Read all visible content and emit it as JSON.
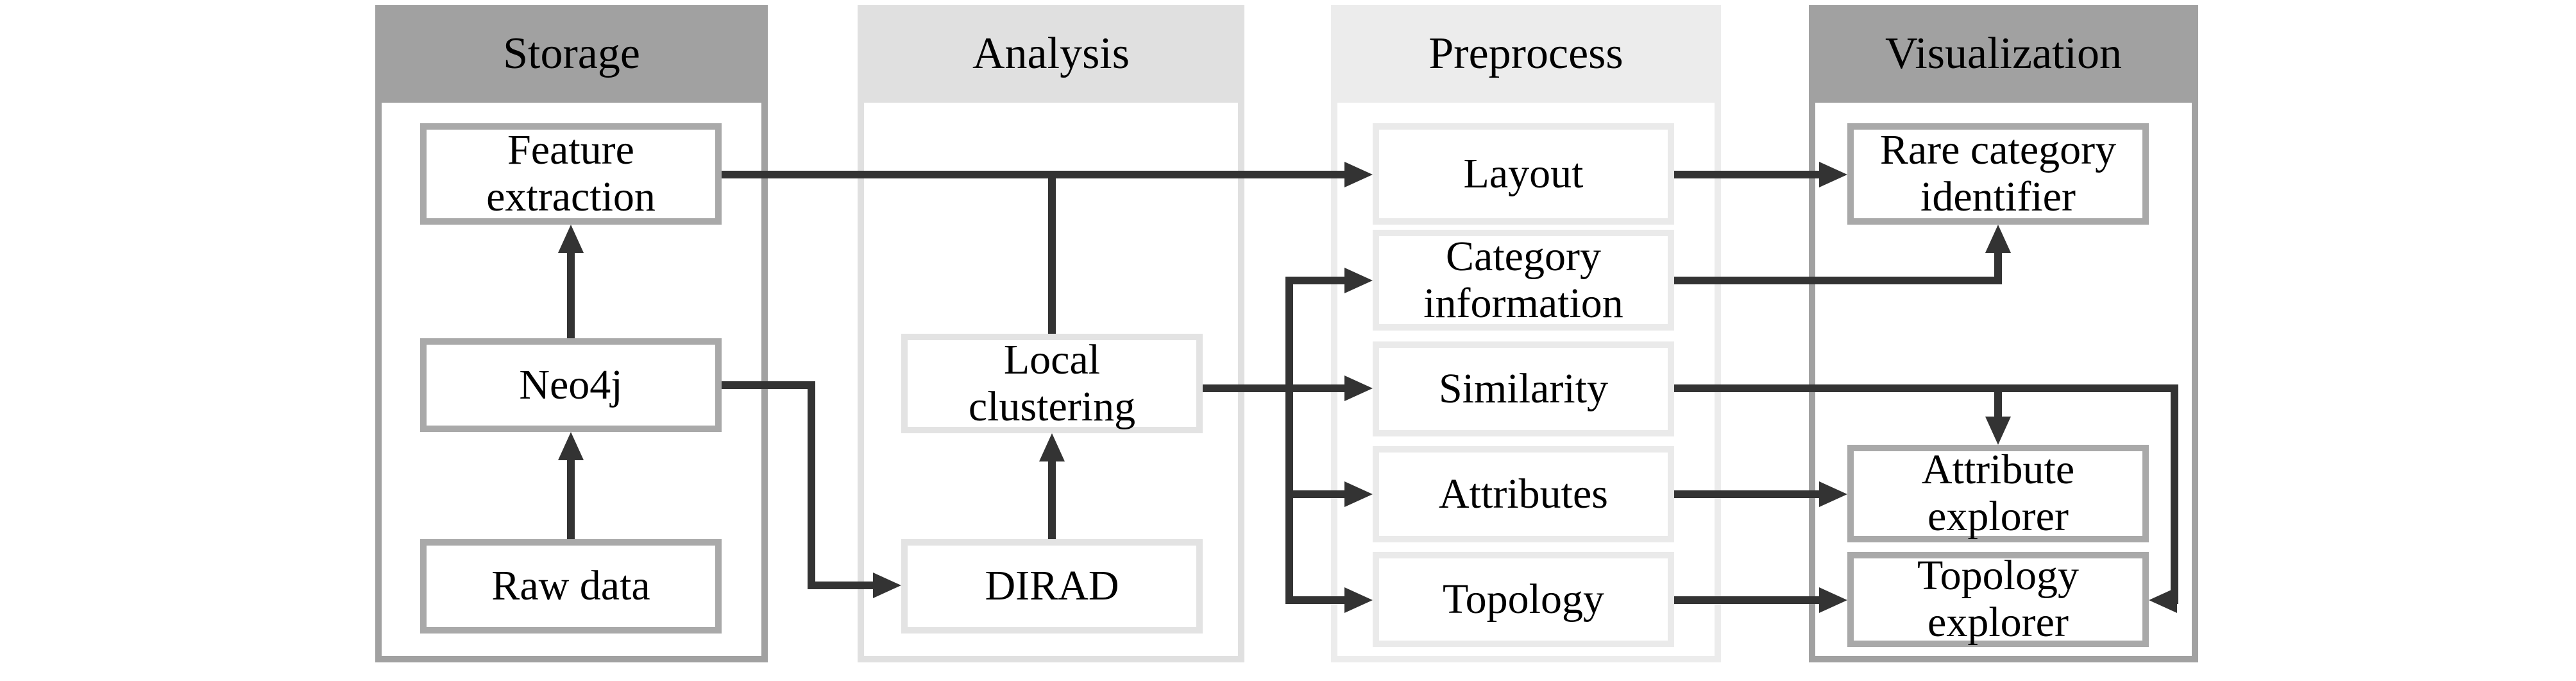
{
  "colors": {
    "bg": "#ffffff",
    "text": "#000000",
    "arrow": "#333333",
    "header_dark": "#a1a1a1",
    "header_analysis": "#e0e0e0",
    "header_preprocess": "#ececec",
    "box_dark": "#a9a9a9",
    "box_analysis": "#e3e3e3",
    "box_preprocess": "#eaeaea"
  },
  "columns": [
    {
      "title": "Storage",
      "boxes": [
        {
          "label": "Feature\nextraction"
        },
        {
          "label": "Neo4j"
        },
        {
          "label": "Raw data"
        }
      ]
    },
    {
      "title": "Analysis",
      "boxes": [
        {
          "label": "Local\nclustering"
        },
        {
          "label": "DIRAD"
        }
      ]
    },
    {
      "title": "Preprocess",
      "boxes": [
        {
          "label": "Layout"
        },
        {
          "label": "Category\ninformation"
        },
        {
          "label": "Similarity"
        },
        {
          "label": "Attributes"
        },
        {
          "label": "Topology"
        }
      ]
    },
    {
      "title": "Visualization",
      "boxes": [
        {
          "label": "Rare category\nidentifier"
        },
        {
          "label": "Attribute\nexplorer"
        },
        {
          "label": "Topology\nexplorer"
        }
      ]
    }
  ],
  "connections": [
    {
      "from": "Raw data",
      "to": "Neo4j"
    },
    {
      "from": "Neo4j",
      "to": "Feature extraction"
    },
    {
      "from": "Neo4j",
      "to": "DIRAD"
    },
    {
      "from": "DIRAD",
      "to": "Local clustering"
    },
    {
      "from": "Feature extraction",
      "to": "Layout"
    },
    {
      "from": "Feature extraction",
      "to": "Local clustering"
    },
    {
      "from": "Local clustering",
      "to": "Category information"
    },
    {
      "from": "Local clustering",
      "to": "Similarity"
    },
    {
      "from": "Local clustering",
      "to": "Attributes"
    },
    {
      "from": "Local clustering",
      "to": "Topology"
    },
    {
      "from": "Layout",
      "to": "Rare category identifier"
    },
    {
      "from": "Category information",
      "to": "Rare category identifier"
    },
    {
      "from": "Similarity",
      "to": "Attribute explorer"
    },
    {
      "from": "Similarity",
      "to": "Topology explorer"
    },
    {
      "from": "Attributes",
      "to": "Attribute explorer"
    },
    {
      "from": "Topology",
      "to": "Topology explorer"
    }
  ]
}
